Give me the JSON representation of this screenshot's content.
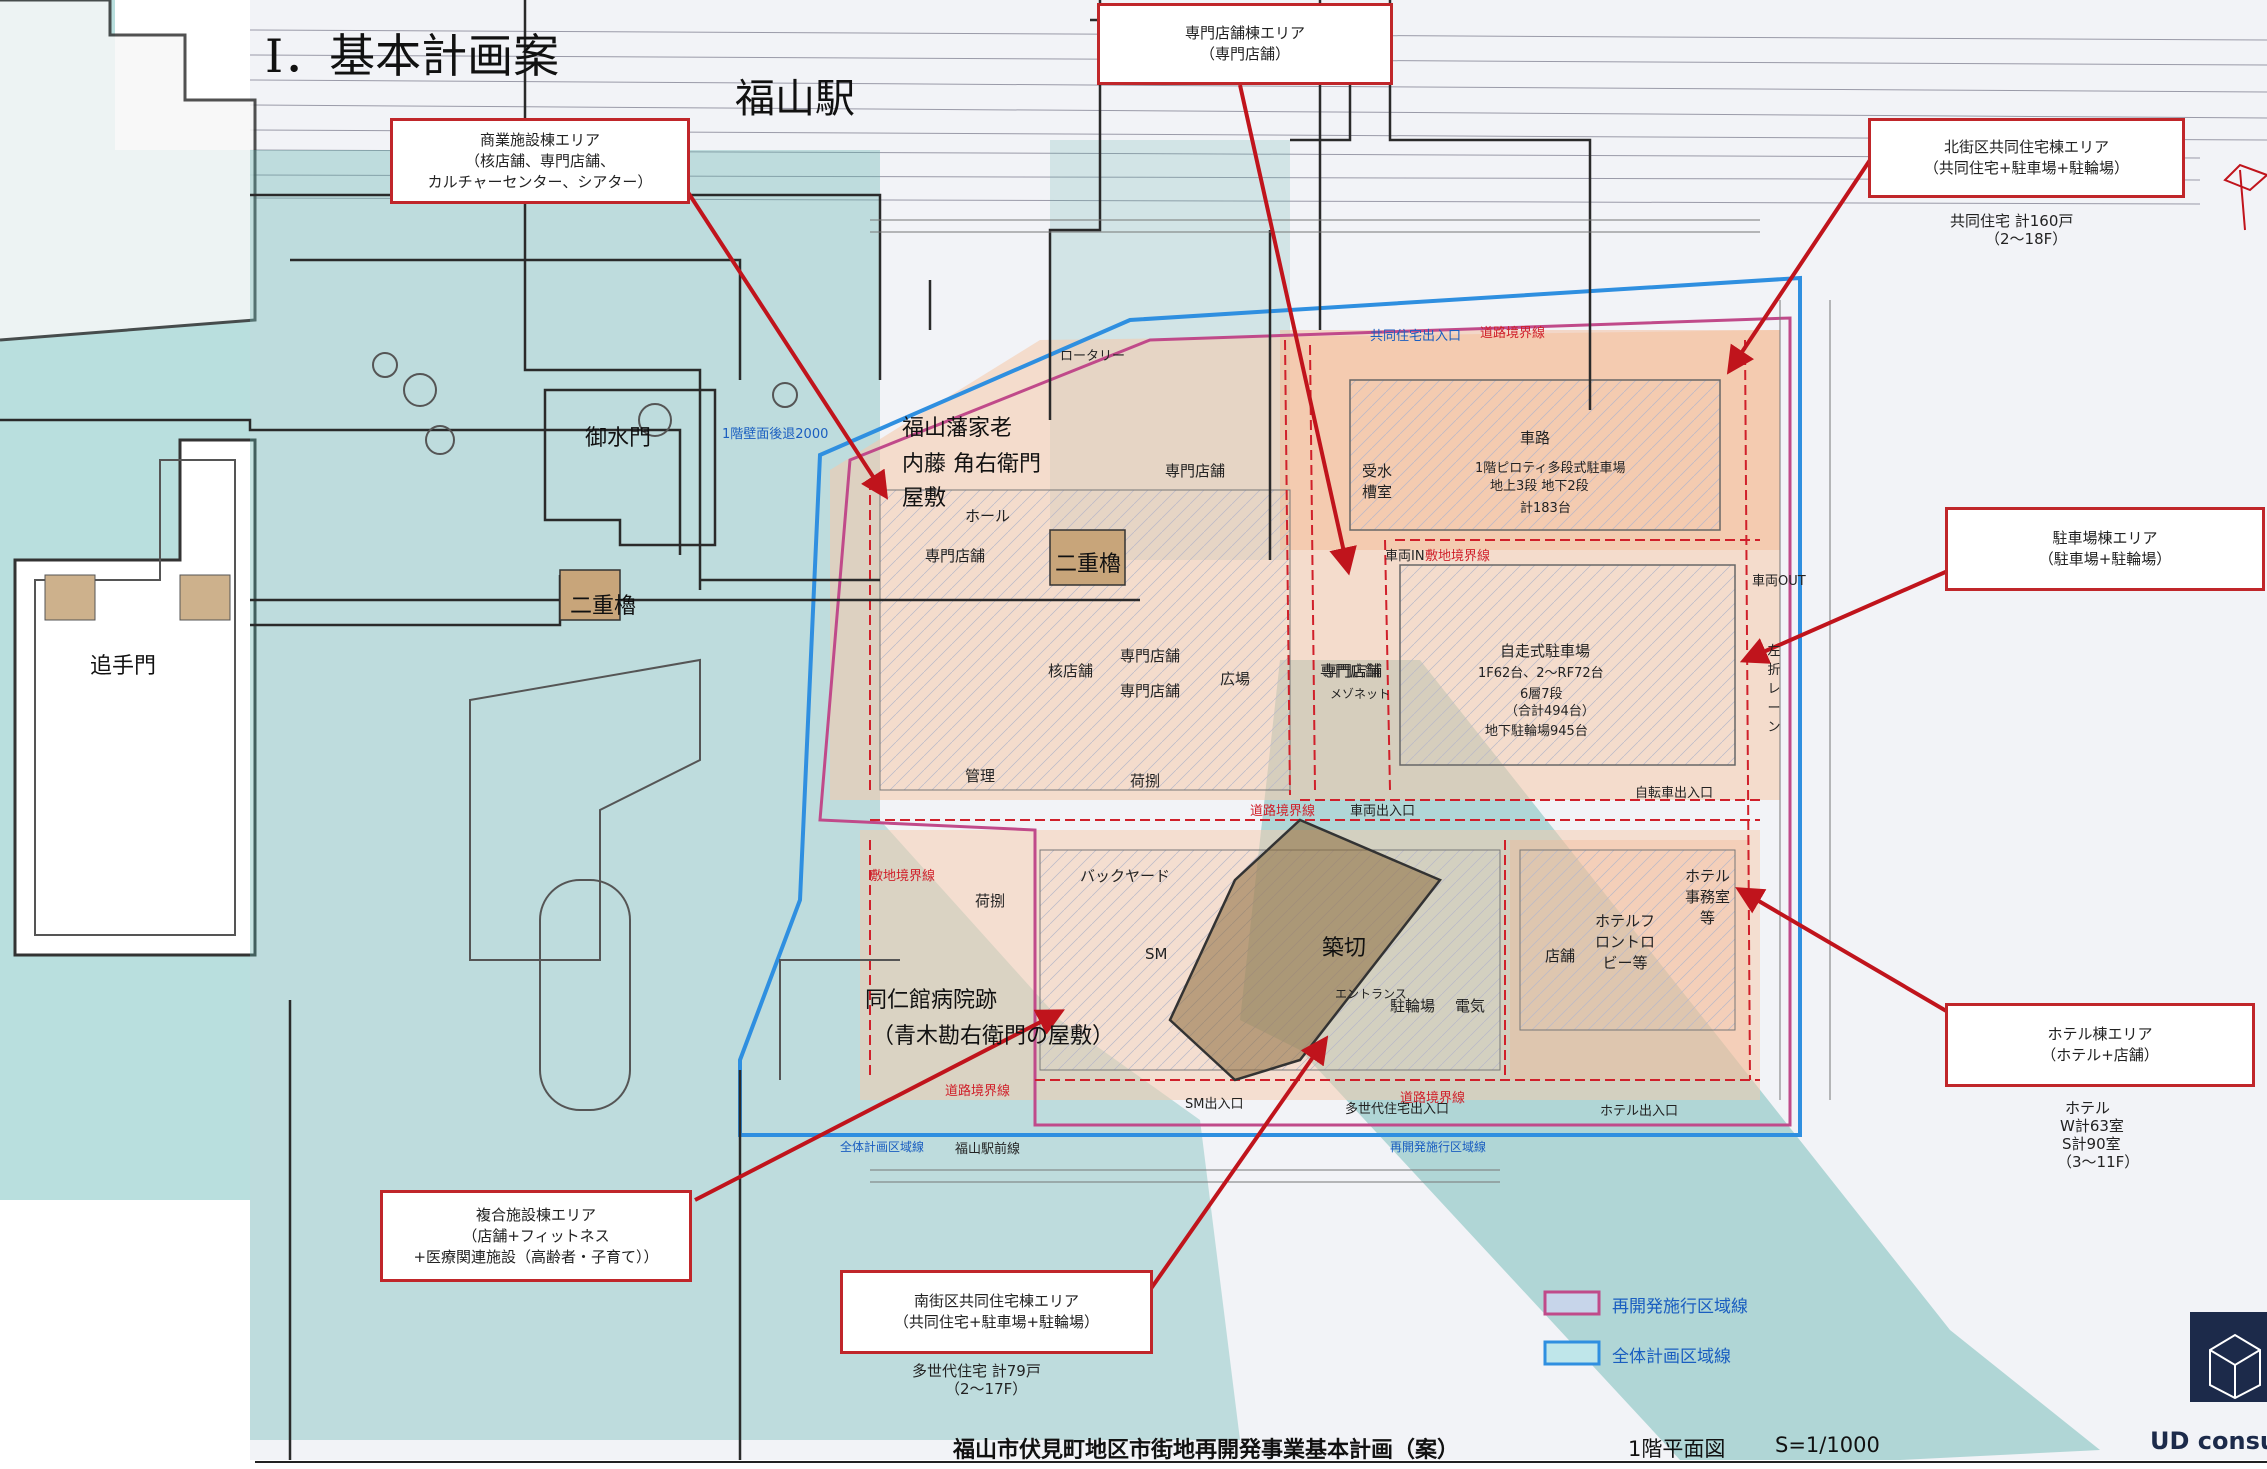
{
  "page": {
    "title": "Ⅰ．基本計画案",
    "station": "福山駅",
    "footer_title": "福山市伏見町地区市街地再開発事業基本計画（案）",
    "footer_floor": "1階平面図",
    "footer_scale": "S=1/1000",
    "company": "UD consult"
  },
  "site_labels": {
    "omizumon": "御水門",
    "otemon": "追手門",
    "nijuyagura_left": "二重櫓",
    "nijuyagura_right": "二重櫓",
    "hanka_line1": "福山藩家老",
    "hanka_line2": "内藤 角右衛門",
    "hanka_line3": "屋敷",
    "dojinkan_line1": "同仁館病院跡",
    "dojinkan_line2": "（青木勘右衛門の屋敷）",
    "tsukiri": "築切"
  },
  "callouts": {
    "specialty": {
      "title": "専門店舗棟エリア",
      "sub": "（専門店舗）"
    },
    "commercial": {
      "title": "商業施設棟エリア",
      "sub1": "（核店舗、専門店舗、",
      "sub2": "カルチャーセンター、シアター）"
    },
    "north_housing": {
      "title": "北街区共同住宅棟エリア",
      "sub": "（共同住宅+駐車場+駐輪場）"
    },
    "parking": {
      "title": "駐車場棟エリア",
      "sub": "（駐車場+駐輪場）"
    },
    "hotel": {
      "title": "ホテル棟エリア",
      "sub": "（ホテル+店舗）"
    },
    "complex": {
      "title": "複合施設棟エリア",
      "sub1": "（店舗+フィットネス",
      "sub2": "+医療関連施設（高齢者・子育て））"
    },
    "south_housing": {
      "title": "南街区共同住宅棟エリア",
      "sub": "（共同住宅+駐車場+駐輪場）"
    }
  },
  "notes": {
    "north_units_1": "共同住宅 計160戸",
    "north_units_2": "（2〜18F）",
    "hotel_1": "ホテル",
    "hotel_2": "W計63室",
    "hotel_3": "S計90室",
    "hotel_4": "（3〜11F）",
    "south_units_1": "多世代住宅 計79戸",
    "south_units_2": "（2〜17F）"
  },
  "plan_text": {
    "core_store": "核店舗",
    "plaza": "広場",
    "specialty_a": "専門店舗",
    "specialty_b": "専門店舗",
    "specialty_c": "専門店舗",
    "specialty_d": "専門店舗",
    "specialty_e": "専門店舗",
    "hall": "ホール",
    "management": "管理",
    "loading": "荷捌",
    "sm": "SM",
    "backyard": "バックヤード",
    "parking_self": "自走式駐車場",
    "parking_floors": "1F62台、2〜RF72台",
    "parking_levels": "6層7段",
    "parking_total": "（合計494台）",
    "bicycle": "地下駐輪場945台",
    "road": "車路",
    "mechanical_1": "1階ピロティ多段式駐車場",
    "mechanical_2": "地上3段 地下2段",
    "mechanical_3": "計183台",
    "water_tank": "受水槽室",
    "hotel_front": "ホテルフロントロビー等",
    "hotel_office": "ホテル事務室等",
    "shop": "店舗",
    "bike_parking": "駐輪場",
    "elec": "電気",
    "entrance": "エントランス",
    "road_boundary": "道路境界線",
    "site_boundary": "敷地境界線",
    "housing_entrance": "共同住宅出入口",
    "sm_entrance": "SM出入口",
    "multi_entrance": "多世代住宅出入口",
    "hotel_entrance": "ホテル出入口",
    "car_in": "車両IN",
    "car_out": "車両OUT",
    "bike_entrance": "自転車出入口",
    "parking_entrance": "車両出入口",
    "meinet": "メゾネット",
    "left_lane": "左折レーン",
    "rotary": "ロータリー",
    "setback": "1階壁面後退2000",
    "station_road": "福山駅前線",
    "area_line": "全体計画区域線",
    "redev_line": "再開発施行区域線"
  },
  "legend": {
    "redev": "再開発施行区域線",
    "overall": "全体計画区域線"
  },
  "colors": {
    "teal_overlay": "#5fb3ac",
    "callout_border": "#c0262a",
    "arrow": "#c0141c",
    "overall_line": "#2f8fe0",
    "redev_line": "#c04a8a",
    "road_boundary": "#d0202a",
    "brown_overlay": "#8a6a3a"
  }
}
